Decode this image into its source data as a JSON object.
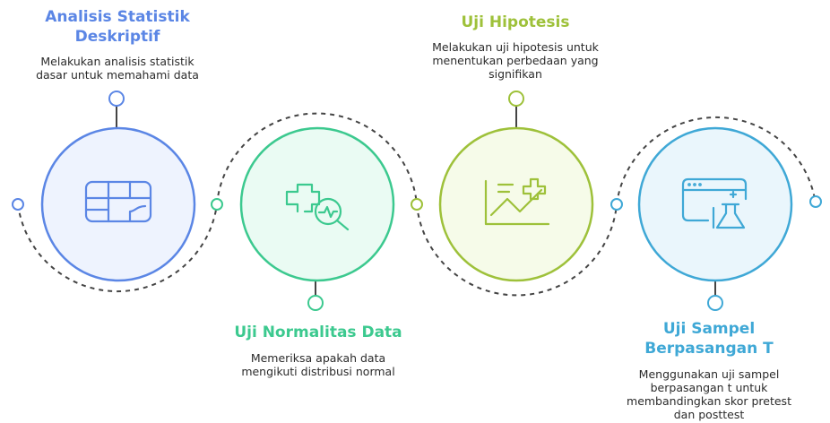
{
  "steps": [
    {
      "title_lines": [
        "Analisis Statistik",
        "Deskriptif"
      ],
      "desc_lines": [
        "Melakukan analisis statistik",
        "dasar untuk memahami data"
      ],
      "color": "#5b86e5",
      "fill": "#eef3fe",
      "icon": "table-chart-icon"
    },
    {
      "title_lines": [
        "Uji Normalitas Data"
      ],
      "desc_lines": [
        "Memeriksa apakah data",
        "mengikuti distribusi normal"
      ],
      "color": "#3cc98f",
      "fill": "#eafbf3",
      "icon": "health-search-icon"
    },
    {
      "title_lines": [
        "Uji Hipotesis"
      ],
      "desc_lines": [
        "Melakukan uji hipotesis untuk",
        "menentukan perbedaan yang",
        "signifikan"
      ],
      "color": "#9ec13a",
      "fill": "#f6fbe9",
      "icon": "chart-plus-icon"
    },
    {
      "title_lines": [
        "Uji Sampel",
        "Berpasangan T"
      ],
      "desc_lines": [
        "Menggunakan uji sampel",
        "berpasangan t untuk",
        "membandingkan skor pretest",
        "dan posttest"
      ],
      "color": "#3fa8d6",
      "fill": "#eaf6fc",
      "icon": "browser-flask-icon"
    }
  ],
  "connector_color": "#444444"
}
